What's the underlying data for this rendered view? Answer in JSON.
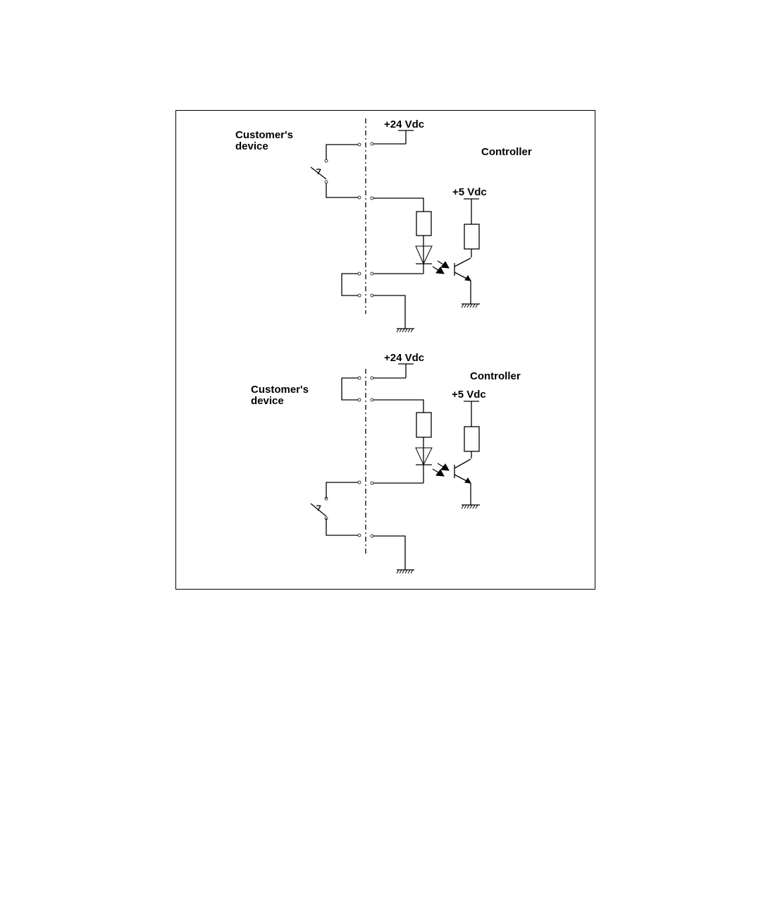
{
  "circuits": [
    {
      "customer_label_line1": "Customer's",
      "customer_label_line2": "device",
      "supply_24": "+24 Vdc",
      "controller_label": "Controller",
      "supply_5": "+5 Vdc"
    },
    {
      "customer_label_line1": "Customer's",
      "customer_label_line2": "device",
      "supply_24": "+24 Vdc",
      "controller_label": "Controller",
      "supply_5": "+5 Vdc"
    }
  ]
}
